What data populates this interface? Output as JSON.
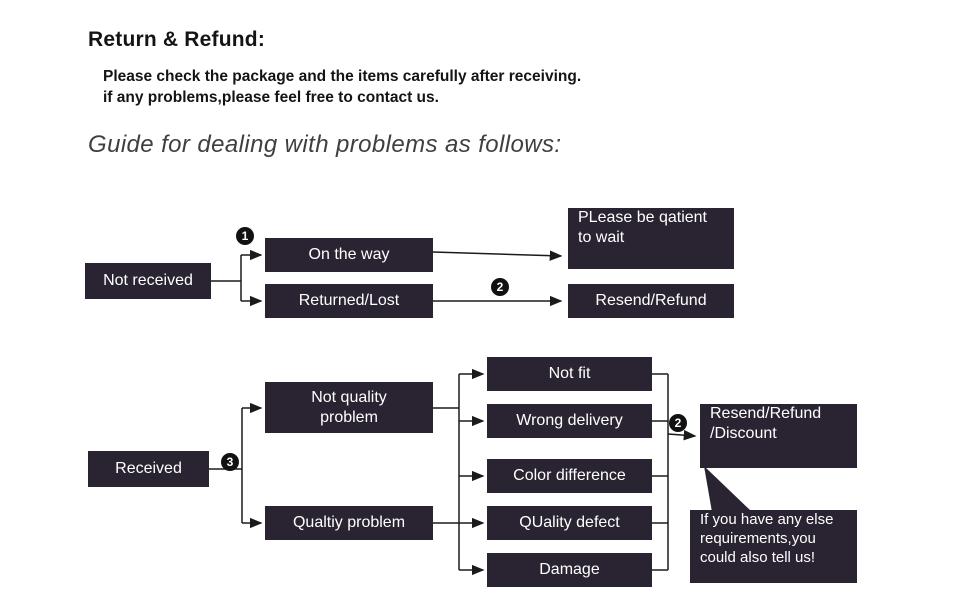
{
  "header": {
    "title": "Return & Refund:",
    "intro_line1": "Please check the package and the items carefully after receiving.",
    "intro_line2": "if any problems,please feel free to contact us.",
    "guide_heading": "Guide for dealing with problems as follows:"
  },
  "colors": {
    "box_bg": "#2a2331",
    "box_text": "#ffffff",
    "line": "#1b1b1b",
    "badge_bg": "#111111"
  },
  "flow_not_received": {
    "not_received": "Not received",
    "badge1": "1",
    "on_the_way": "On the way",
    "returned_lost": "Returned/Lost",
    "badge2": "2",
    "patient_line1": "PLease be qatient",
    "patient_line2": "to wait",
    "resend_refund": "Resend/Refund"
  },
  "flow_received": {
    "received": "Received",
    "badge3": "3",
    "not_quality_line1": "Not quality",
    "not_quality_line2": "problem",
    "quality_problem": "Qualtiy problem",
    "not_fit": "Not fit",
    "wrong_delivery": "Wrong delivery",
    "color_difference": "Color difference",
    "quality_defect": "QUality defect",
    "damage": "Damage",
    "badge2": "2",
    "resend_line1": "Resend/Refund",
    "resend_line2": "/Discount",
    "callout_line1": "If you have any else",
    "callout_line2": "requirements,you",
    "callout_line3": "could also tell us!"
  }
}
